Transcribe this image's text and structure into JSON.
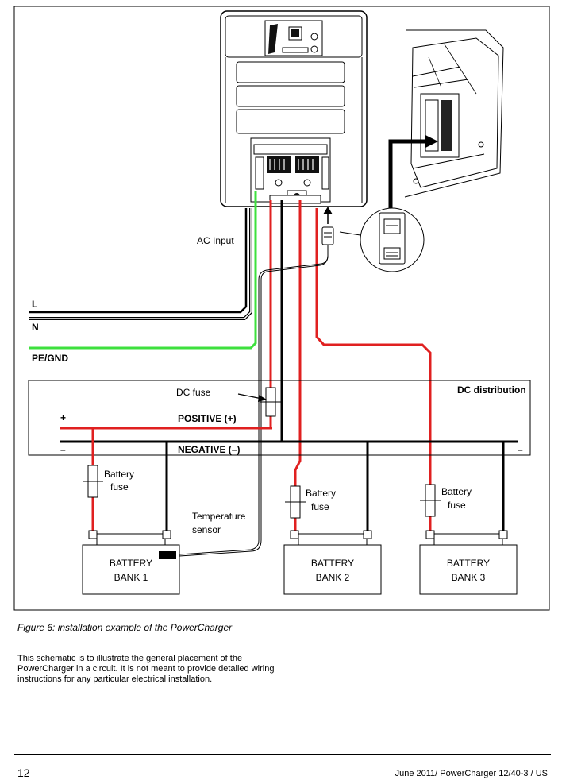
{
  "labels": {
    "ac_input": "AC Input",
    "line_l": "L",
    "line_n": "N",
    "pe_gnd": "PE/GND",
    "dc_fuse": "DC fuse",
    "dc_distribution": "DC distribution",
    "plus": "+",
    "minus_left": "–",
    "minus_right": "–",
    "positive": "POSITIVE (+)",
    "negative": "NEGATIVE (–)",
    "battery_fuse_line1": "Battery",
    "battery_fuse_line2": "fuse",
    "temp_sensor_line1": "Temperature",
    "temp_sensor_line2": "sensor",
    "battery_word": "BATTERY"
  },
  "batteries": [
    {
      "bank": "BANK 1"
    },
    {
      "bank": "BANK 2"
    },
    {
      "bank": "BANK 3"
    }
  ],
  "caption": "Figure 6: installation example of the PowerCharger",
  "paragraph": "This schematic is to illustrate the general placement of the PowerCharger in a circuit. It is not meant to provide detailed wiring instructions for any particular electrical installation.",
  "footer": {
    "page_number": "12",
    "doc_ref": "June 2011/ PowerCharger 12/40-3 / US"
  },
  "colors": {
    "positive_wire": "#e02020",
    "ground_wire": "#3ee03e",
    "wire_black": "#000000"
  }
}
